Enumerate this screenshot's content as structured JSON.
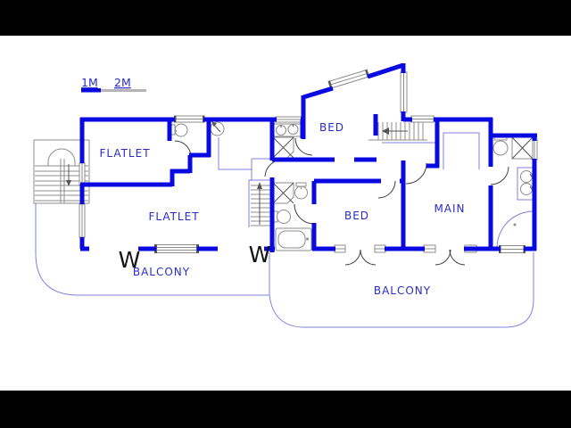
{
  "colors": {
    "wall": "#0a0ae0",
    "label": "#2b2bc8",
    "thin_line": "#8080e0",
    "gray": "#8c8c8c",
    "dark_gray": "#3f3f3f",
    "marker": "#141414",
    "letterbox": "#000000",
    "scale_gray": "#b5b5b5"
  },
  "scale_bar": {
    "label_1m": "1M",
    "label_2m": "2M"
  },
  "labels": {
    "flatlet_upper": "FLATLET",
    "flatlet_lower": "FLATLET",
    "bed_upper": "BED",
    "bed_lower": "BED",
    "main": "MAIN",
    "balcony_left": "BALCONY",
    "balcony_right": "BALCONY",
    "window_marker_left": "W",
    "window_marker_right": "W"
  }
}
